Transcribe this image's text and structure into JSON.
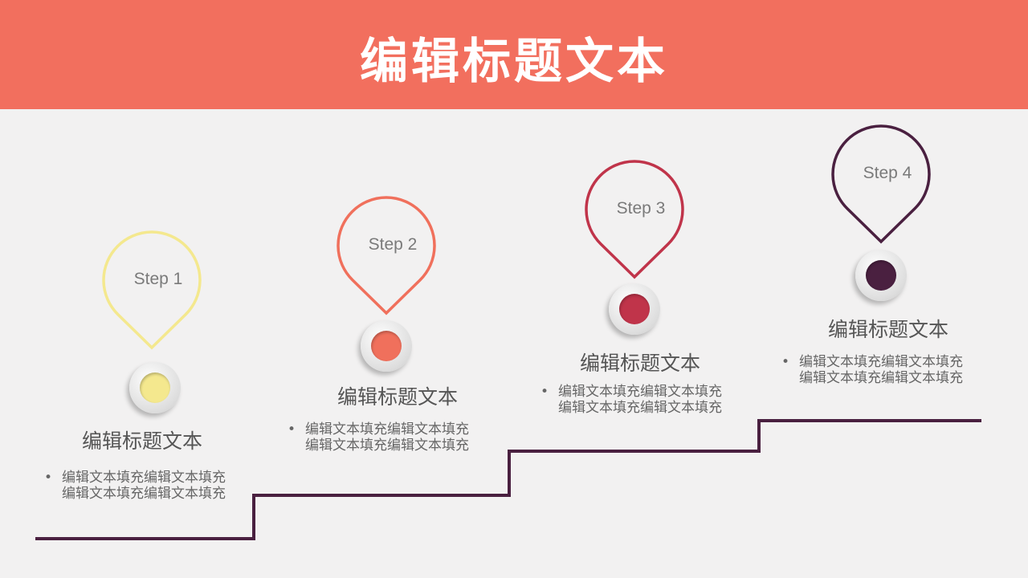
{
  "header": {
    "title": "编辑标题文本"
  },
  "colors": {
    "header": "#f26f5e",
    "stairs": "#4a2040"
  },
  "steps": [
    {
      "label": "Step 1",
      "title": "编辑标题文本",
      "lines": [
        "编辑文本填充编辑文本填充",
        "编辑文本填充编辑文本填充"
      ],
      "color": "#f4e88e"
    },
    {
      "label": "Step 2",
      "title": "编辑标题文本",
      "lines": [
        "编辑文本填充编辑文本填充",
        "编辑文本填充编辑文本填充"
      ],
      "color": "#f0705c"
    },
    {
      "label": "Step 3",
      "title": "编辑标题文本",
      "lines": [
        "编辑文本填充编辑文本填充",
        "编辑文本填充编辑文本填充"
      ],
      "color": "#c0344a"
    },
    {
      "label": "Step 4",
      "title": "编辑标题文本",
      "lines": [
        "编辑文本填充编辑文本填充",
        "编辑文本填充编辑文本填充"
      ],
      "color": "#4a2040"
    }
  ]
}
